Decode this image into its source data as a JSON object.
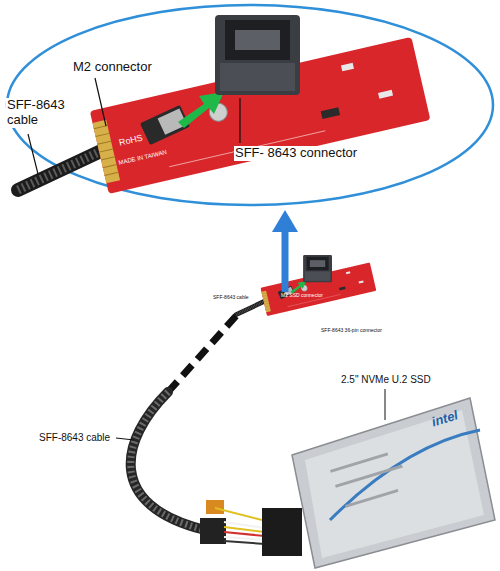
{
  "diagram": {
    "labels": [
      "SFF-8643 cable",
      "M2 connector",
      "SFF- 8643 connector",
      "M2 SSD connector",
      "SFF-8643 cable",
      "SFF-8643 36-pin connector",
      "SFF-8643 cable",
      "2.5\" NVMe U.2 SSD",
      "intel",
      "RoHS",
      "MADE IN TAIWAN"
    ]
  }
}
